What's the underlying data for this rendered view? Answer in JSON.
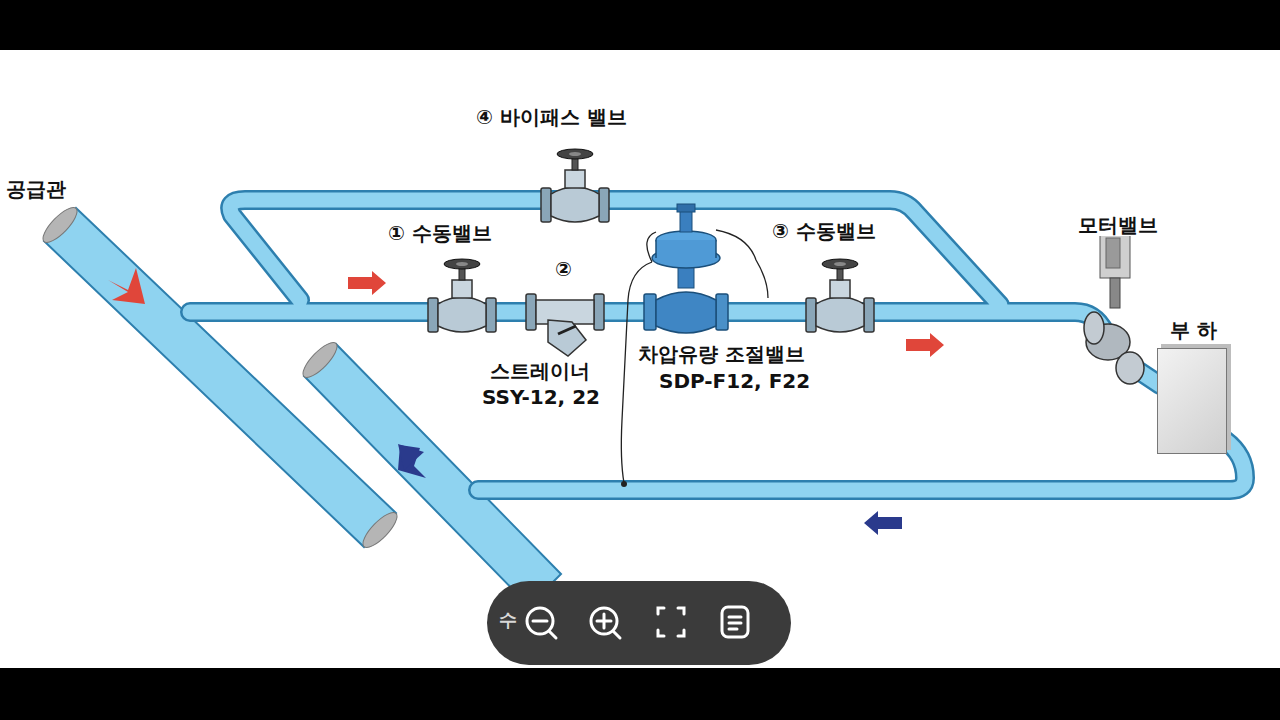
{
  "diagram": {
    "nodes": [
      {
        "text": [
          "부 하"
        ]
      }
    ],
    "labels": [
      "공급관",
      "④ 바이패스 밸브",
      "① 수동밸브",
      "②",
      "스트레이너",
      "SSY-12, 22",
      "차압유량 조절밸브",
      "SDP-F12, F22",
      "③ 수동밸브",
      "모터밸브",
      "수"
    ]
  }
}
